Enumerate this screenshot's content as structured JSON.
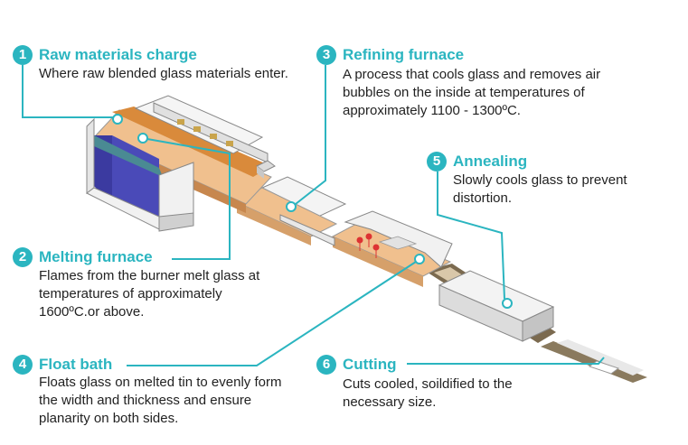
{
  "steps": [
    {
      "num": "1",
      "title": "Raw materials charge",
      "desc": "Where raw blended glass materials enter."
    },
    {
      "num": "2",
      "title": "Melting furnace",
      "desc": "Flames from the burner melt glass at temperatures of approximately 1600ºC.or above."
    },
    {
      "num": "3",
      "title": "Refining furnace",
      "desc": "A process that cools glass and removes air bubbles on the inside at temperatures of approximately 1100 - 1300ºC."
    },
    {
      "num": "4",
      "title": "Float bath",
      "desc": "Floats glass on melted tin to evenly form the width and thickness and ensure planarity on both sides."
    },
    {
      "num": "5",
      "title": "Annealing",
      "desc": "Slowly cools glass to prevent distortion."
    },
    {
      "num": "6",
      "title": "Cutting",
      "desc": "Cuts cooled, soildified to the necessary size."
    }
  ],
  "colors": {
    "accent": "#2bb5c0",
    "glass": "#f0c08e",
    "tin": "#7b6a4f",
    "furnace": "#ececec",
    "burner": "#3b3aa0"
  }
}
